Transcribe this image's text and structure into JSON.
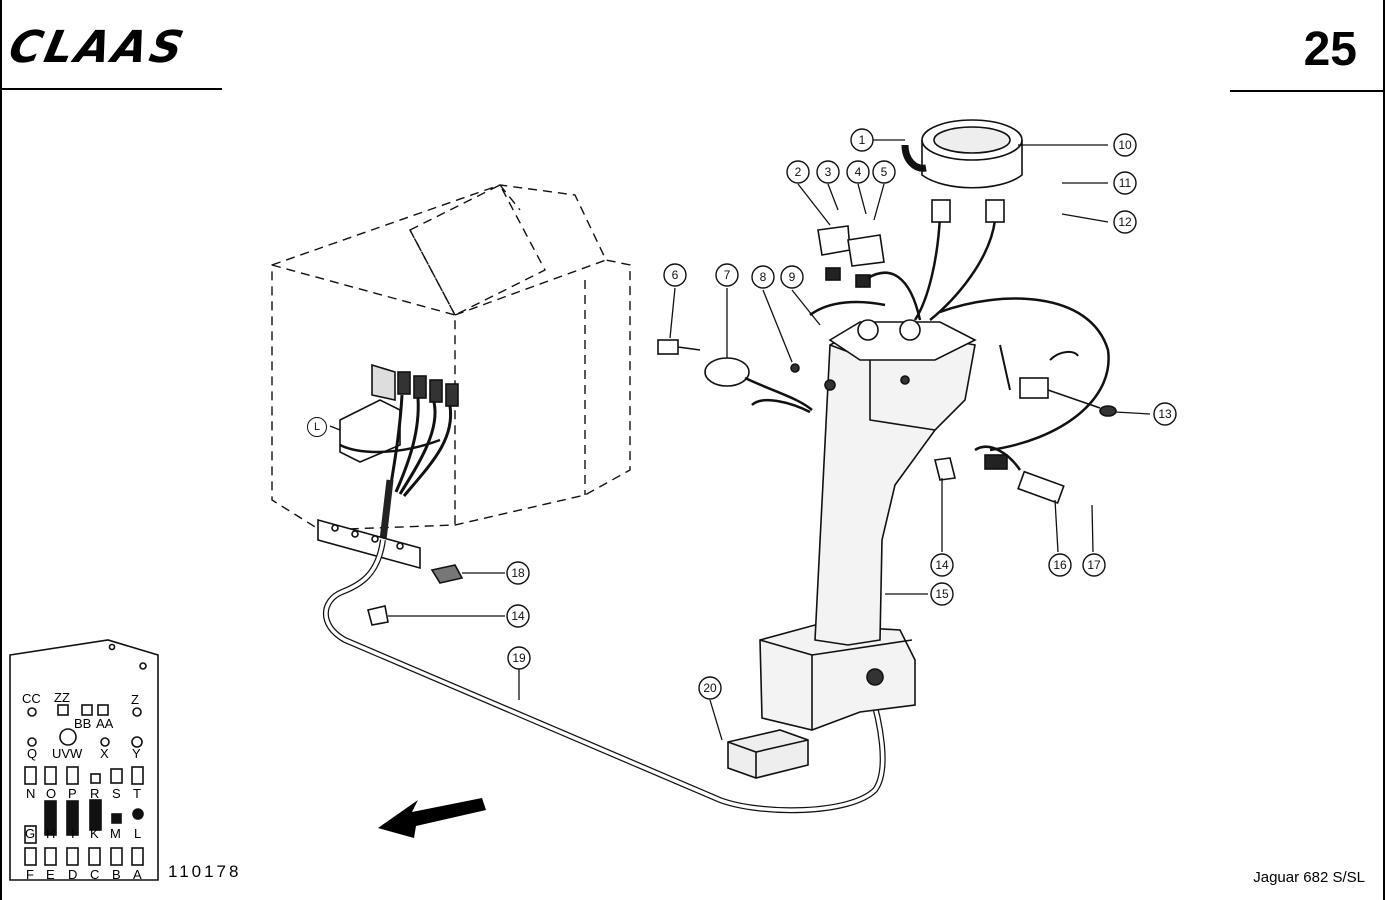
{
  "header": {
    "brand_logo": "CLAAS",
    "page_number": "25"
  },
  "footer": {
    "drawing_number": "110178",
    "model": "Jaguar 682 S/SL"
  },
  "callouts": [
    "1",
    "2",
    "3",
    "4",
    "5",
    "6",
    "7",
    "8",
    "9",
    "10",
    "11",
    "12",
    "13",
    "14",
    "15",
    "16",
    "17",
    "18",
    "14",
    "19",
    "20"
  ],
  "detail_marker": "L",
  "control_board": {
    "row1": [
      "CC",
      "ZZ",
      "BB",
      "AA",
      "Z"
    ],
    "row2": [
      "Q",
      "UVW",
      "X",
      "Y"
    ],
    "row3": [
      "N",
      "O",
      "P",
      "R",
      "S",
      "T"
    ],
    "row4": [
      "G",
      "H",
      "I",
      "K",
      "M",
      "L"
    ],
    "row5": [
      "F",
      "E",
      "D",
      "C",
      "B",
      "A"
    ]
  },
  "colors": {
    "ink": "#111111",
    "paper": "#ffffff",
    "cab_fill": "#efefef",
    "column_fill": "#f3f3f3"
  }
}
